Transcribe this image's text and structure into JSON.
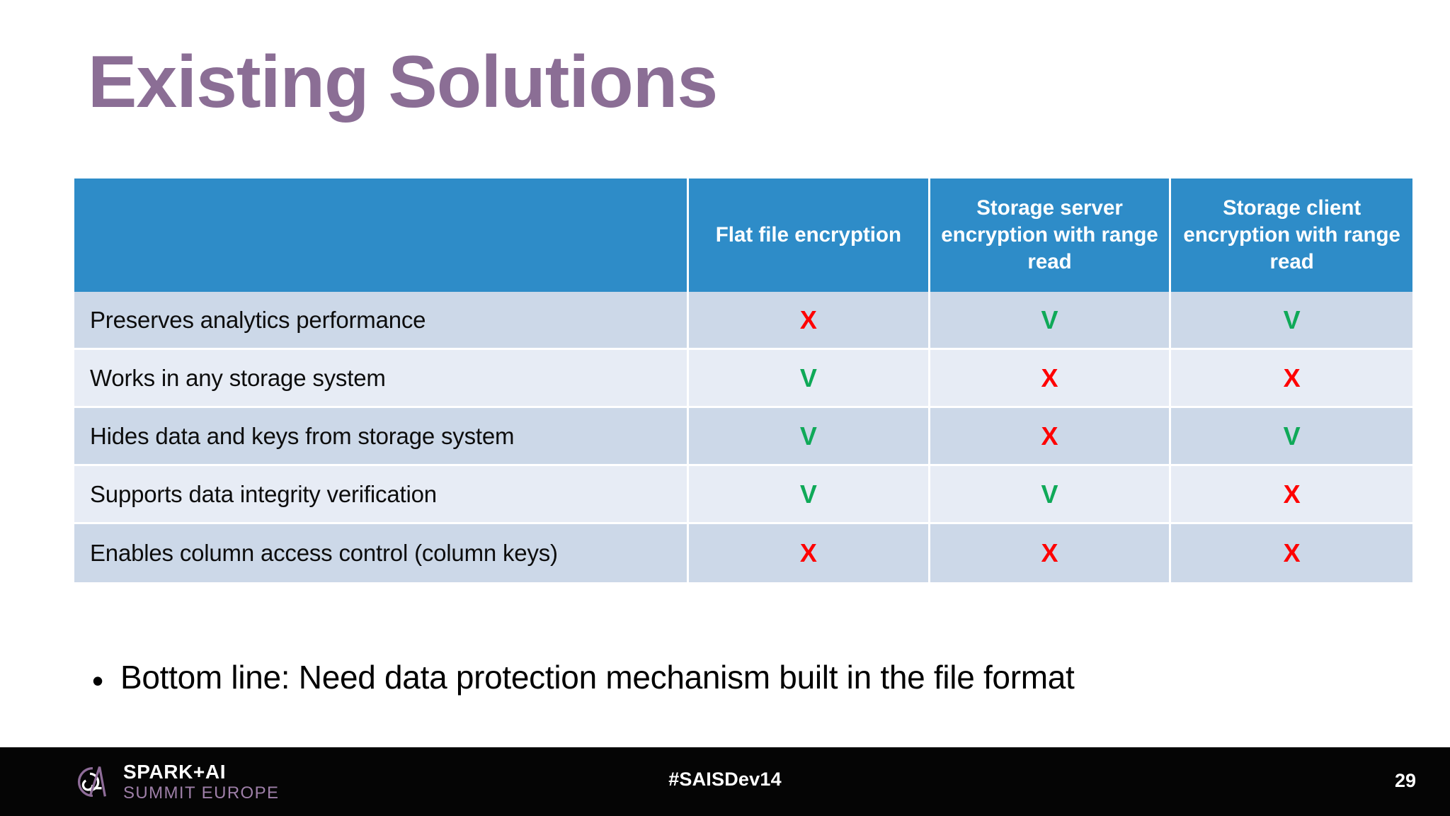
{
  "slide": {
    "title": "Existing Solutions",
    "page_number": "29"
  },
  "colors": {
    "title": "#8B6E95",
    "table_header_bg": "#2E8CC8",
    "row_odd_bg": "#ccd8e8",
    "row_even_bg": "#e7ecf5",
    "mark_negative": "#FF0000",
    "mark_positive": "#0FA958",
    "footer_bg": "#050505",
    "logo_accent": "#9E7FA8"
  },
  "table": {
    "columns": [
      {
        "label": ""
      },
      {
        "label": "Flat file encryption"
      },
      {
        "label": "Storage server encryption with range read"
      },
      {
        "label": "Storage client encryption with range read"
      }
    ],
    "rows": [
      {
        "label": "Preserves analytics performance",
        "marks": [
          "X",
          "V",
          "V"
        ]
      },
      {
        "label": "Works in any storage system",
        "marks": [
          "V",
          "X",
          "X"
        ]
      },
      {
        "label": "Hides data and keys from storage system",
        "marks": [
          "V",
          "X",
          "V"
        ]
      },
      {
        "label": "Supports data integrity verification",
        "marks": [
          "V",
          "V",
          "X"
        ]
      },
      {
        "label": "Enables column access control (column keys)",
        "marks": [
          "X",
          "X",
          "X"
        ]
      }
    ]
  },
  "bullets": [
    {
      "marker": "•",
      "text": "Bottom line: Need data protection mechanism built in the file format"
    }
  ],
  "footer": {
    "logo_line1": "SPARK+AI",
    "logo_line2": "SUMMIT EUROPE",
    "hashtag": "#SAISDev14",
    "page_number": "29"
  }
}
